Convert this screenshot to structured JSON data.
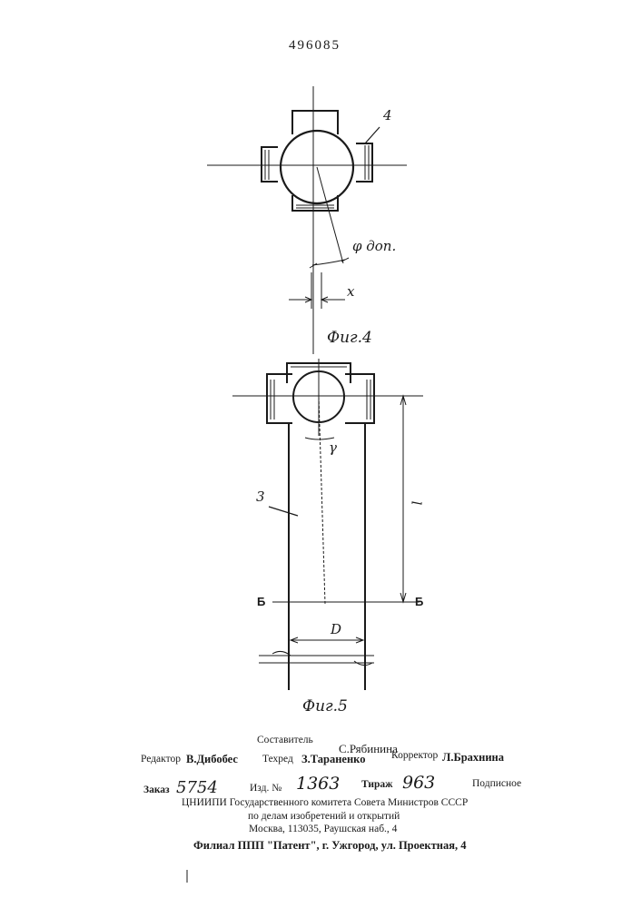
{
  "patent_number": "496085",
  "figure4": {
    "label": "Фиг.4",
    "part_number": "4",
    "angle_label": "φ доп.",
    "x_label": "x"
  },
  "figure5": {
    "label": "Фиг.5",
    "part_number": "3",
    "gamma_label": "γ",
    "length_label": "l",
    "section_left": "Б",
    "section_right": "Б",
    "diameter_label": "D"
  },
  "credits": {
    "compiler_label": "Составитель",
    "compiler_name": "С.Рябинина",
    "editor_label": "Редактор",
    "editor_name": "В.Дибобес",
    "techred_label": "Техред",
    "techred_name": "З.Тараненко",
    "corrector_label": "Корректор",
    "corrector_name": "Л.Брахнина"
  },
  "publication": {
    "order_label": "Заказ",
    "order_value": "5754",
    "issue_label": "Изд. №",
    "issue_value": "1363",
    "circulation_label": "Тираж",
    "circulation_value": "963",
    "subscription": "Подписное",
    "org_line1": "ЦНИИПИ Государственного комитета Совета Министров СССР",
    "org_line2": "по делам изобретений и открытий",
    "org_line3": "Москва, 113035, Раушская наб., 4",
    "branch": "Филиал ППП \"Патент\", г. Ужгород, ул. Проектная, 4"
  }
}
